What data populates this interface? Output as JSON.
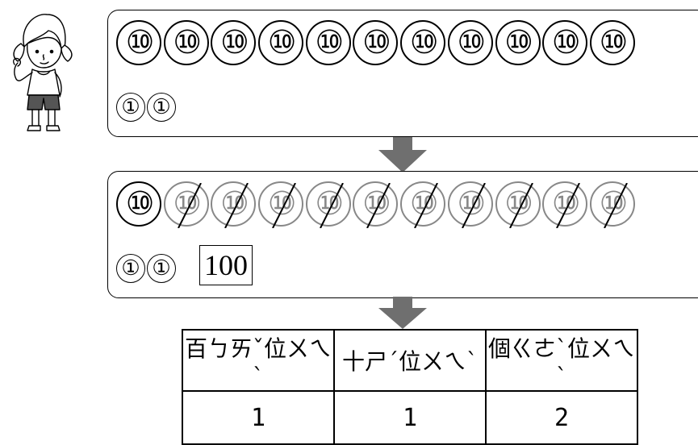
{
  "top_group": {
    "tens": [
      "⑩",
      "⑩",
      "⑩",
      "⑩",
      "⑩",
      "⑩",
      "⑩",
      "⑩",
      "⑩",
      "⑩",
      "⑩"
    ],
    "ones": [
      "①",
      "①"
    ]
  },
  "bottom_group": {
    "tens": [
      {
        "label": "⑩",
        "crossed": false
      },
      {
        "label": "⑩",
        "crossed": true
      },
      {
        "label": "⑩",
        "crossed": true
      },
      {
        "label": "⑩",
        "crossed": true
      },
      {
        "label": "⑩",
        "crossed": true
      },
      {
        "label": "⑩",
        "crossed": true
      },
      {
        "label": "⑩",
        "crossed": true
      },
      {
        "label": "⑩",
        "crossed": true
      },
      {
        "label": "⑩",
        "crossed": true
      },
      {
        "label": "⑩",
        "crossed": true
      },
      {
        "label": "⑩",
        "crossed": true
      }
    ],
    "ones": [
      "①",
      "①"
    ],
    "hundred_label": "100"
  },
  "place_value_table": {
    "headers": [
      "百ㄅㄞˇ位ㄨㄟˋ",
      "十ㄕˊ位ㄨㄟˋ",
      "個ㄍㄜˋ位ㄨㄟˋ"
    ],
    "values": [
      "1",
      "1",
      "2"
    ]
  },
  "colors": {
    "arrow": "#6f6f6f",
    "crossed": "#888888"
  }
}
